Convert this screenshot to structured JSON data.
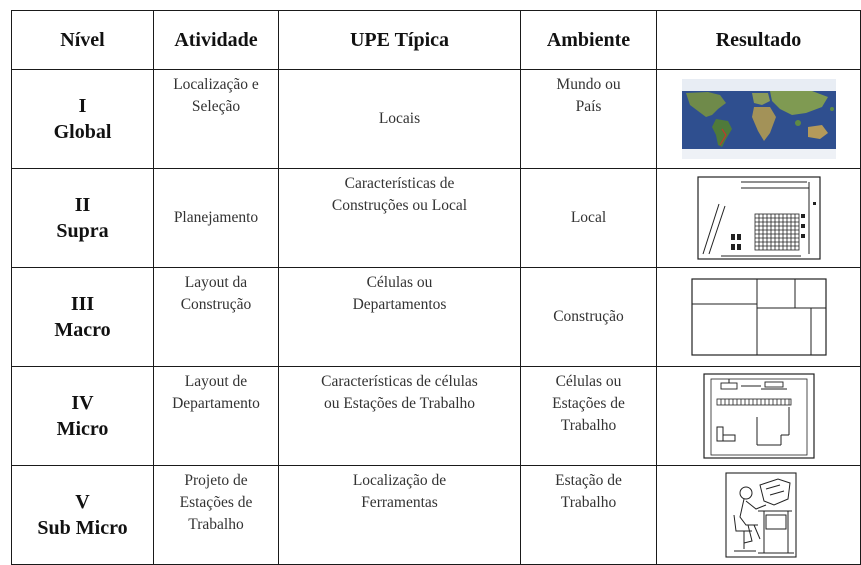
{
  "table": {
    "headers": [
      "Nível",
      "Atividade",
      "UPE Típica",
      "Ambiente",
      "Resultado"
    ],
    "rows": [
      {
        "numeral": "I",
        "name": "Global",
        "activity": [
          "Localização e",
          "Seleção"
        ],
        "upe": [
          "Locais"
        ],
        "environment": [
          "Mundo ou",
          "País"
        ],
        "result_icon": "world-map-image"
      },
      {
        "numeral": "II",
        "name": "Supra",
        "activity": [
          "Planejamento"
        ],
        "upe": [
          "Características de",
          "Construções ou Local"
        ],
        "environment": [
          "Local"
        ],
        "result_icon": "site-plan-image"
      },
      {
        "numeral": "III",
        "name": "Macro",
        "activity": [
          "Layout da",
          "Construção"
        ],
        "upe": [
          "Células ou",
          "Departamentos"
        ],
        "environment": [
          "Construção"
        ],
        "result_icon": "building-block-layout-image"
      },
      {
        "numeral": "IV",
        "name": "Micro",
        "activity": [
          "Layout de",
          "Departamento"
        ],
        "upe": [
          "Características de células",
          "ou Estações de Trabalho"
        ],
        "environment": [
          "Células ou",
          "Estações de",
          "Trabalho"
        ],
        "result_icon": "department-layout-image"
      },
      {
        "numeral": "V",
        "name": "Sub Micro",
        "activity": [
          "Projeto de",
          "Estações de",
          "Trabalho"
        ],
        "upe": [
          "Localização de",
          "Ferramentas"
        ],
        "environment": [
          "Estação de",
          "Trabalho"
        ],
        "result_icon": "workstation-operator-image"
      }
    ]
  }
}
